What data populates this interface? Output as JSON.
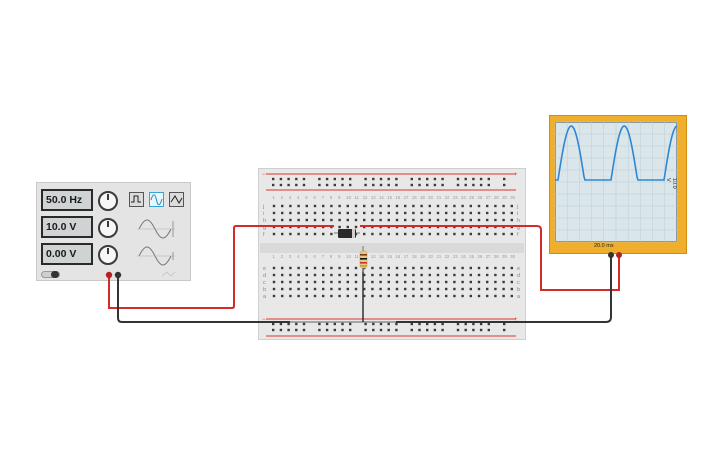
{
  "function_generator": {
    "frequency": "50.0 Hz",
    "amplitude": "10.0 V",
    "dc_offset": "0.00 V",
    "waveforms": [
      "square",
      "sine",
      "triangle"
    ],
    "selected_waveform": "sine",
    "icons": [
      "square-wave-icon",
      "sine-wave-icon",
      "triangle-wave-icon"
    ]
  },
  "breadboard": {
    "top_rows": [
      "j",
      "i",
      "h",
      "g",
      "f"
    ],
    "bottom_rows": [
      "e",
      "d",
      "c",
      "b",
      "a"
    ],
    "column_labels": [
      "1",
      "2",
      "3",
      "4",
      "5",
      "6",
      "7",
      "8",
      "9",
      "10",
      "11",
      "12",
      "13",
      "14",
      "15",
      "16",
      "17",
      "18",
      "19",
      "20",
      "21",
      "22",
      "23",
      "24",
      "25",
      "26",
      "27",
      "28",
      "29",
      "30"
    ],
    "rail_plus": "+",
    "rail_minus": "−"
  },
  "oscilloscope": {
    "time_per_div": "20.0 ms",
    "volts_per_div": "10.0 V"
  },
  "colors": {
    "wire_red": "#d42a2a",
    "wire_black": "#333333",
    "scope_body": "#efae2b",
    "trace": "#2f86d4"
  }
}
